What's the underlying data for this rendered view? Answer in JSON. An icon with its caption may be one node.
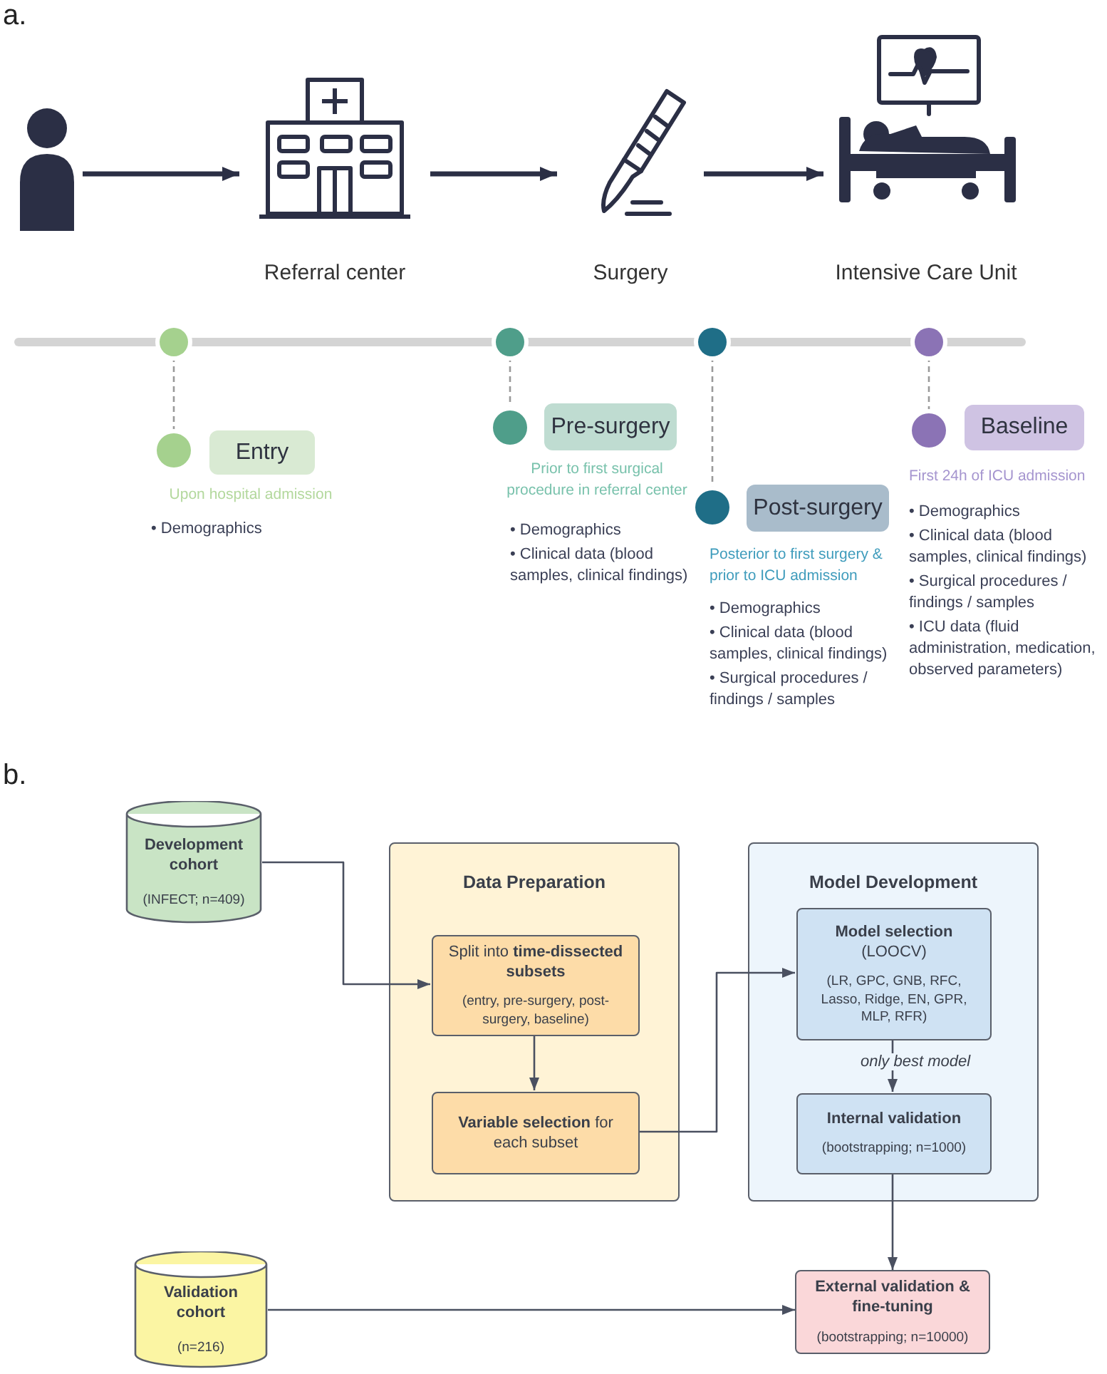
{
  "diagram": {
    "nodes": [
      {
        "text": [],
        "shape": "person"
      },
      {
        "text": [
          "Referral center"
        ]
      },
      {
        "text": [
          "Surgery"
        ]
      },
      {
        "text": [
          "Intensive Care Unit"
        ]
      },
      {
        "text": [],
        "shape": "circle"
      },
      {
        "text": [],
        "shape": "circle"
      },
      {
        "text": [],
        "shape": "circle"
      },
      {
        "text": [],
        "shape": "circle"
      },
      {
        "text": [],
        "shape": "circle"
      },
      {
        "text": [
          "Entry"
        ],
        "beside": [
          "Upon hospital admission",
          "• Demographics"
        ]
      },
      {
        "text": [],
        "shape": "circle"
      },
      {
        "text": [
          "Pre-surgery"
        ],
        "beside": [
          "Prior to first surgical procedure in referral center",
          "• Demographics",
          "• Clinical data (blood samples, clinical findings)"
        ]
      },
      {
        "text": [],
        "shape": "circle"
      },
      {
        "text": [
          "Post-surgery"
        ],
        "beside": [
          "Posterior to first surgery & prior to ICU admission",
          "• Demographics",
          "• Clinical data (blood samples, clinical findings)",
          "• Surgical procedures / findings / samples"
        ]
      },
      {
        "text": [],
        "shape": "circle"
      },
      {
        "text": [
          "Baseline"
        ],
        "beside": [
          "First 24h of ICU admission",
          "• Demographics",
          "• Clinical data (blood samples, clinical findings)",
          "• Surgical procedures / findings / samples",
          "• ICU data (fluid administration, medication, observed parameters)"
        ]
      },
      {
        "text": [
          "Development cohort",
          "(INFECT; n=409)"
        ]
      },
      {
        "text": [
          "Data Preparation"
        ]
      },
      {
        "text": [
          "Split into **time-dissected subsets**",
          "(entry, pre-surgery, post-surgery, baseline)"
        ],
        "in": 17
      },
      {
        "text": [
          "**Variable selection** for each subset"
        ],
        "in": 17
      },
      {
        "text": [
          "Model Development"
        ]
      },
      {
        "text": [
          "**Model selection** (LOOCV)",
          "(LR, GPC, GNB, RFC, Lasso, Ridge, EN, GPR, MLP, RFR)"
        ],
        "in": 20
      },
      {
        "text": [
          "Internal validation",
          "(bootstrapping; n=1000)"
        ],
        "in": 20
      },
      {
        "text": [
          "Validation cohort",
          "(n=216)"
        ]
      },
      {
        "text": [
          "External validation & fine-tuning",
          "(bootstrapping; n=10000)"
        ]
      }
    ],
    "edges": [
      {
        "from": 0,
        "to": 1,
        "arrow": "to",
        "style": "thick",
        "color": "#2b2f45"
      },
      {
        "from": 1,
        "to": 2,
        "arrow": "to",
        "style": "thick",
        "color": "#2b2f45"
      },
      {
        "from": 2,
        "to": 3,
        "arrow": "to",
        "style": "thick",
        "color": "#2b2f45"
      },
      {
        "from": 4,
        "to": 8,
        "arrow": "none",
        "style": "dashed",
        "color": "#9a9a9a"
      },
      {
        "from": 5,
        "to": 10,
        "arrow": "none",
        "style": "dashed",
        "color": "#9a9a9a"
      },
      {
        "from": 6,
        "to": 12,
        "arrow": "none",
        "style": "dashed",
        "color": "#9a9a9a"
      },
      {
        "from": 7,
        "to": 14,
        "arrow": "none",
        "style": "dashed",
        "color": "#9a9a9a"
      },
      {
        "from": 16,
        "to": 18,
        "arrow": "to"
      },
      {
        "from": 18,
        "to": 19,
        "arrow": "to"
      },
      {
        "from": 19,
        "to": 21,
        "arrow": "to"
      },
      {
        "from": 21,
        "to": 22,
        "arrow": "to",
        "label": "only best model"
      },
      {
        "from": 22,
        "to": 24,
        "arrow": "to"
      },
      {
        "from": 23,
        "to": 24,
        "arrow": "to"
      }
    ],
    "labels": [
      "a.",
      "b."
    ]
  }
}
